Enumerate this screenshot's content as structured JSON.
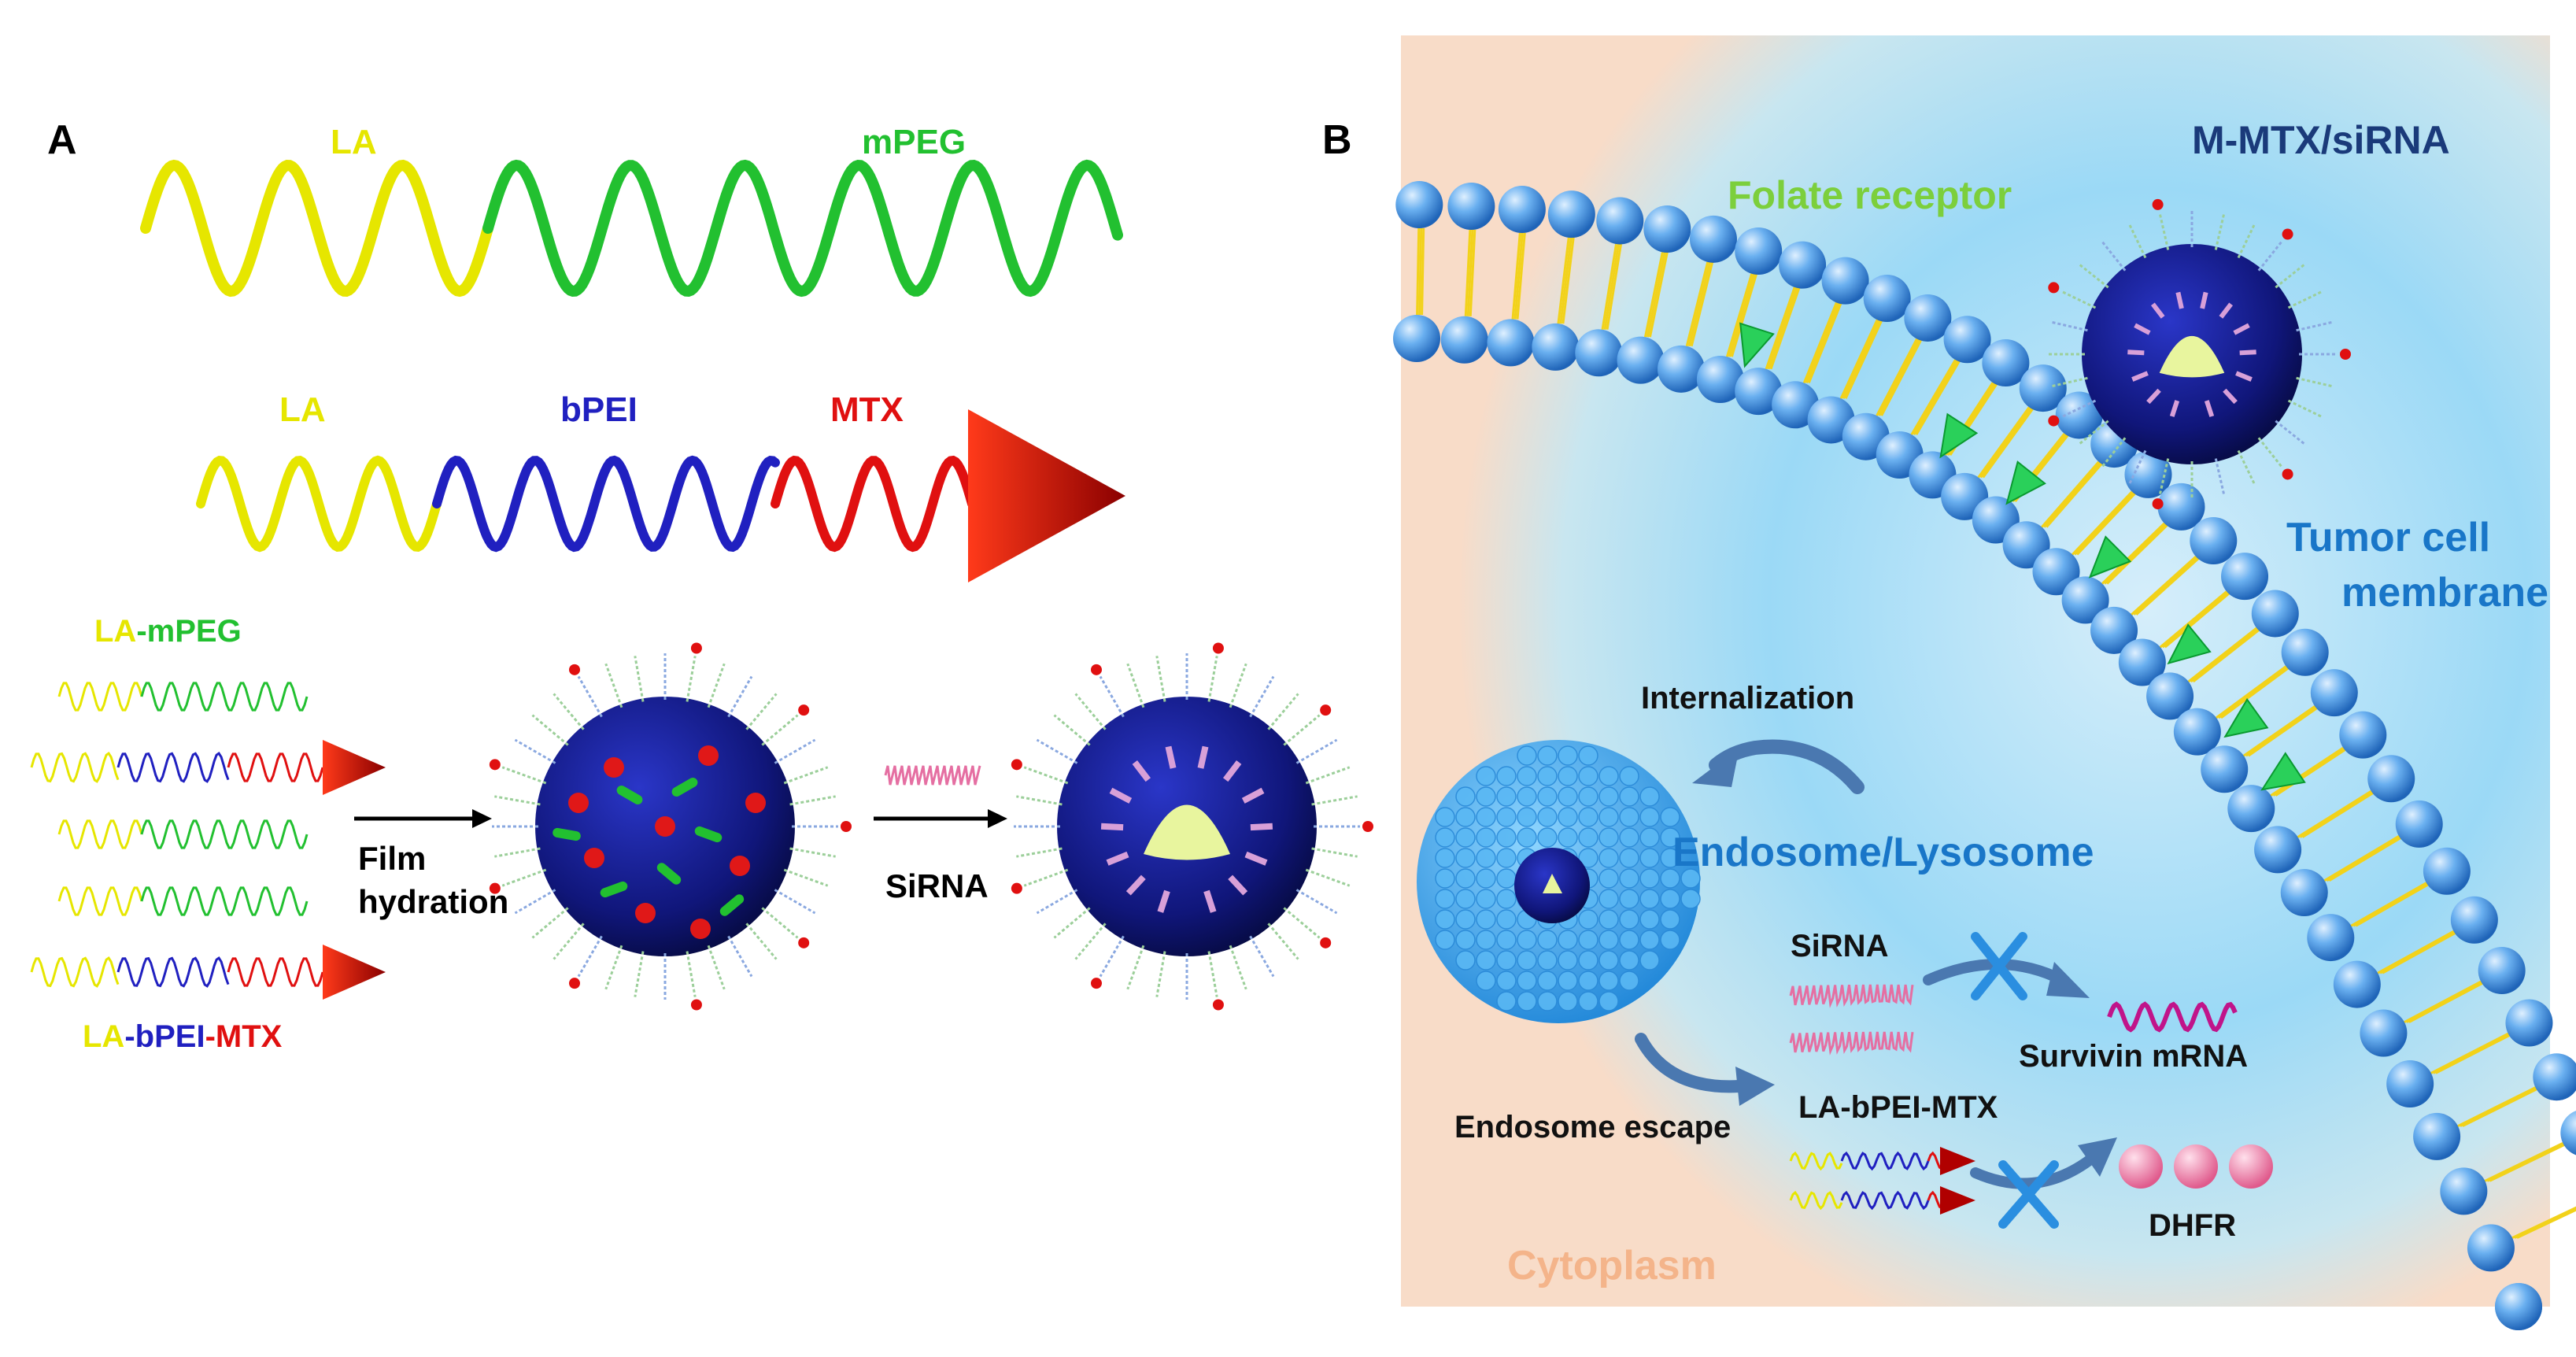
{
  "panel_a": {
    "label": "A",
    "la_mpeg_chain": {
      "la": "LA",
      "mpeg": "mPEG"
    },
    "la_bpei_mtx_chain": {
      "la": "LA",
      "bpei": "bPEI",
      "mtx": "MTX"
    },
    "mixture_label_top": {
      "la": "LA",
      "dash": "-",
      "mpeg": "mPEG"
    },
    "mixture_label_bottom": {
      "la": "LA",
      "dash1": "-",
      "bpei": "bPEI",
      "dash2": "-",
      "mtx": "MTX"
    },
    "step1": {
      "line1": "Film",
      "line2": "hydration"
    },
    "step2": "SiRNA"
  },
  "panel_b": {
    "label": "B",
    "title": "M-MTX/siRNA",
    "folate_receptor": "Folate receptor",
    "membrane": {
      "line1": "Tumor cell",
      "line2": "membrane"
    },
    "internalization": "Internalization",
    "endosome": "Endosome/Lysosome",
    "sirna": "SiRNA",
    "survivin": "Survivin mRNA",
    "endosome_escape": "Endosome escape",
    "polymer": "LA-bPEI-MTX",
    "dhfr": "DHFR",
    "cytoplasm": "Cytoplasm"
  },
  "colors": {
    "la": "#e6e600",
    "mpeg": "#22c030",
    "bpei": "#2020c0",
    "mtx": "#e01010",
    "membrane_text": "#1976c8",
    "folate_text": "#7ccf3c",
    "title_text": "#1a3a7a",
    "cytoplasm_text": "#f4b48a"
  }
}
